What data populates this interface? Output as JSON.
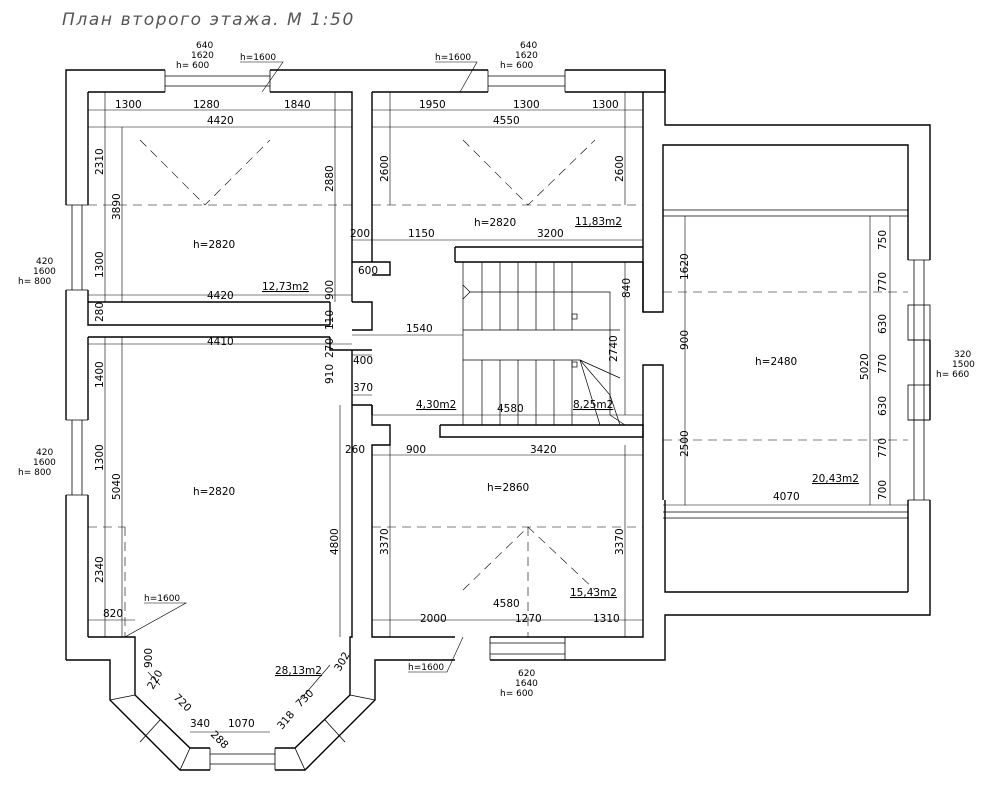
{
  "title": "План второго этажа. М 1:50",
  "rooms": {
    "nw": {
      "height": "h=2820",
      "area": "12,73m2"
    },
    "sw": {
      "height": "h=2820",
      "area": "28,13m2"
    },
    "ne": {
      "height": "h=2820",
      "area": "11,83m2"
    },
    "se": {
      "height": "h=2860",
      "area": "15,43m2"
    },
    "east": {
      "height": "h=2480",
      "area": "20,43m2"
    },
    "hall": {
      "area": "4,30m2"
    },
    "stair": {
      "area": "8,25m2"
    }
  },
  "windows": {
    "top_left": {
      "l1": "640",
      "l2": "1620",
      "l3": "h= 600"
    },
    "top_right": {
      "l1": "640",
      "l2": "1620",
      "l3": "h= 600"
    },
    "left_upper": {
      "l1": "420",
      "l2": "1600",
      "l3": "h= 800"
    },
    "left_lower": {
      "l1": "420",
      "l2": "1600",
      "l3": "h= 800"
    },
    "right": {
      "l1": "320",
      "l2": "1500",
      "l3": "h= 660"
    },
    "bottom": {
      "l1": "620",
      "l2": "1640",
      "l3": "h= 600"
    }
  },
  "door_heights": {
    "top_left": "h=1600",
    "top_right": "h=1600",
    "bay": "h=1600",
    "bottom": "h=1600"
  },
  "dims": {
    "nw_top_1": "1300",
    "nw_top_2": "1280",
    "nw_top_3": "1840",
    "nw_top_total": "4420",
    "nw_left_1": "2310",
    "nw_left_total": "3890",
    "nw_left_2": "1300",
    "nw_left_3": "280",
    "nw_right": "2880",
    "nw_right_2": "900",
    "nw_bottom": "4420",
    "ne_top_1": "1950",
    "ne_top_2": "1300",
    "ne_top_3": "1300",
    "ne_top_total": "4550",
    "ne_left": "2600",
    "ne_right": "2600",
    "hall_200": "200",
    "hall_1150": "1150",
    "hall_3200": "3200",
    "hall_600": "600",
    "hall_110": "110",
    "hall_1540": "1540",
    "hall_270": "270",
    "hall_400": "400",
    "hall_910": "910",
    "hall_370": "370",
    "stair_840": "840",
    "stair_2740": "2740",
    "stair_4580": "4580",
    "sw_top": "4410",
    "sw_left_1": "1400",
    "sw_left_2": "1300",
    "sw_left_total": "5040",
    "sw_left_3": "2340",
    "sw_right": "4800",
    "sw_820": "820",
    "bay_900": "900",
    "bay_220": "220",
    "bay_720": "720",
    "bay_340": "340",
    "bay_1070": "1070",
    "bay_288": "288",
    "bay_318": "318",
    "bay_730": "730",
    "bay_302": "302",
    "se_260": "260",
    "se_900": "900",
    "se_3420": "3420",
    "se_left": "3370",
    "se_right": "3370",
    "se_bottom_1": "2000",
    "se_bottom_2": "1270",
    "se_bottom_3": "1310",
    "se_bottom_total": "4580",
    "east_1620": "1620",
    "east_900": "900",
    "east_2500": "2500",
    "east_5020": "5020",
    "east_750": "750",
    "east_770a": "770",
    "east_630a": "630",
    "east_770b": "770",
    "east_630b": "630",
    "east_770c": "770",
    "east_700": "700",
    "east_4070": "4070"
  }
}
